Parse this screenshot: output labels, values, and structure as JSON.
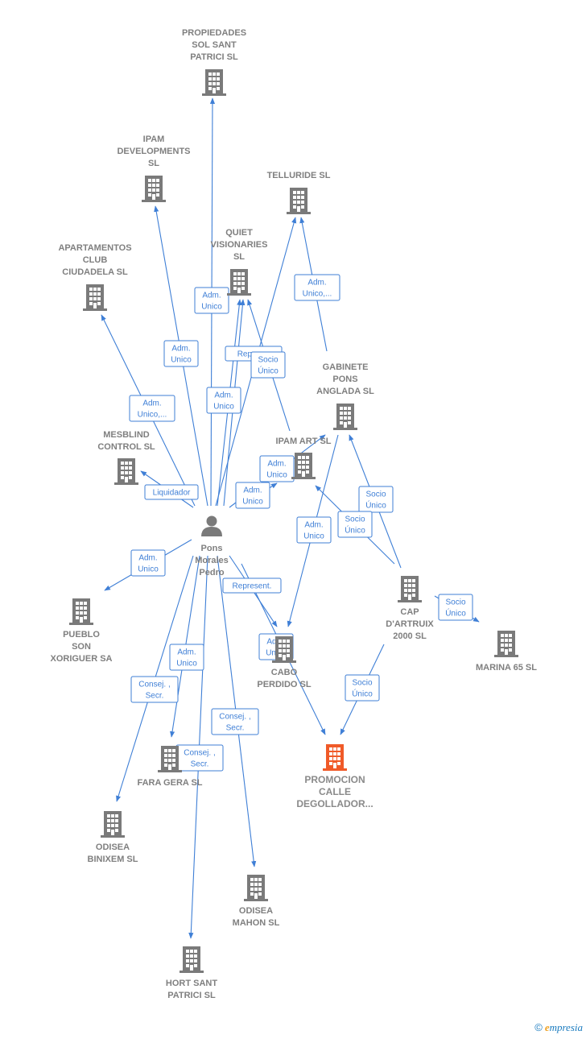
{
  "colors": {
    "edge": "#3f7fd6",
    "company": "#7a7a7a",
    "target": "#f05a28",
    "person": "#7a7a7a",
    "label_text": "#7f7f7f"
  },
  "person": {
    "name_lines": [
      "Pons",
      "Morales",
      "Pedro"
    ],
    "icon": "person-icon"
  },
  "target": {
    "name_lines": [
      "PROMOCION",
      "CALLE",
      "DEGOLLADOR..."
    ],
    "icon": "building-icon"
  },
  "companies": [
    {
      "id": "propiedades",
      "lines": [
        "PROPIEDADES",
        "SOL SANT",
        "PATRICI  SL"
      ],
      "icon": "building-icon"
    },
    {
      "id": "ipam_dev",
      "lines": [
        "IPAM",
        "DEVELOPMENTS",
        "SL"
      ],
      "icon": "building-icon"
    },
    {
      "id": "telluride",
      "lines": [
        "TELLURIDE  SL"
      ],
      "icon": "building-icon"
    },
    {
      "id": "apartamentos",
      "lines": [
        "APARTAMENTOS",
        "CLUB",
        "CIUDADELA  SL"
      ],
      "icon": "building-icon"
    },
    {
      "id": "quiet",
      "lines": [
        "QUIET",
        "VISIONARIES",
        "SL"
      ],
      "icon": "building-icon"
    },
    {
      "id": "gabinete",
      "lines": [
        "GABINETE",
        "PONS",
        "ANGLADA  SL"
      ],
      "icon": "building-icon"
    },
    {
      "id": "mesblind",
      "lines": [
        "MESBLIND",
        "CONTROL SL"
      ],
      "icon": "building-icon"
    },
    {
      "id": "ipam_art",
      "lines": [
        "IPAM ART  SL"
      ],
      "icon": "building-icon"
    },
    {
      "id": "cap",
      "lines": [
        "CAP",
        "D'ARTRUIX",
        "2000 SL"
      ],
      "icon": "building-icon"
    },
    {
      "id": "marina",
      "lines": [
        "MARINA 65  SL"
      ],
      "icon": "building-icon"
    },
    {
      "id": "pueblo",
      "lines": [
        "PUEBLO",
        "SON",
        "XORIGUER SA"
      ],
      "icon": "building-icon"
    },
    {
      "id": "cabo",
      "lines": [
        "CABO",
        "PERDIDO SL"
      ],
      "icon": "building-icon"
    },
    {
      "id": "fara",
      "lines": [
        "FARA GERA SL"
      ],
      "icon": "building-icon"
    },
    {
      "id": "odisea_bin",
      "lines": [
        "ODISEA",
        "BINIXEM  SL"
      ],
      "icon": "building-icon"
    },
    {
      "id": "odisea_mah",
      "lines": [
        "ODISEA",
        "MAHON  SL"
      ],
      "icon": "building-icon"
    },
    {
      "id": "hort",
      "lines": [
        "HORT SANT",
        "PATRICI  SL"
      ],
      "icon": "building-icon"
    }
  ],
  "edge_labels": [
    {
      "id": "adm_propiedades",
      "lines": [
        "Adm.",
        "Unico"
      ]
    },
    {
      "id": "adm_ipam_dev",
      "lines": [
        "Adm.",
        "Unico"
      ]
    },
    {
      "id": "adm_telluride",
      "lines": [
        "Adm.",
        "Unico,..."
      ]
    },
    {
      "id": "adm_apartamentos",
      "lines": [
        "Adm.",
        "Unico,..."
      ]
    },
    {
      "id": "repres_quiet",
      "lines": [
        "Repres..."
      ]
    },
    {
      "id": "socio_quiet",
      "lines": [
        "Socio",
        "Único"
      ]
    },
    {
      "id": "adm_quiet",
      "lines": [
        "Adm.",
        "Unico"
      ]
    },
    {
      "id": "liquidador_mesblind",
      "lines": [
        "Liquidador"
      ]
    },
    {
      "id": "adm_gabinete",
      "lines": [
        "Adm.",
        "Unico"
      ]
    },
    {
      "id": "adm_ipam_art",
      "lines": [
        "Adm.",
        "Unico"
      ]
    },
    {
      "id": "socio_cap_gabinete",
      "lines": [
        "Socio",
        "Único"
      ]
    },
    {
      "id": "socio_cap_ipam_art",
      "lines": [
        "Socio",
        "Único"
      ]
    },
    {
      "id": "adm_gabinete_cabo",
      "lines": [
        "Adm.",
        "Unico"
      ]
    },
    {
      "id": "socio_marina",
      "lines": [
        "Socio",
        "Único"
      ]
    },
    {
      "id": "adm_pueblo",
      "lines": [
        "Adm.",
        "Unico"
      ]
    },
    {
      "id": "represent_cabo",
      "lines": [
        "Represent."
      ]
    },
    {
      "id": "adm_cabo",
      "lines": [
        "Adm.",
        "Unico"
      ]
    },
    {
      "id": "adm_fara",
      "lines": [
        "Adm.",
        "Unico"
      ]
    },
    {
      "id": "consej_odisea_bin",
      "lines": [
        "Consej. ,",
        "Secr."
      ]
    },
    {
      "id": "consej_odisea_mah",
      "lines": [
        "Consej. ,",
        "Secr."
      ]
    },
    {
      "id": "consej_hort",
      "lines": [
        "Consej. ,",
        "Secr."
      ]
    },
    {
      "id": "socio_cap_target",
      "lines": [
        "Socio",
        "Único"
      ]
    }
  ],
  "footer": {
    "copyright_symbol": "©",
    "brand_initial": "e",
    "brand_rest": "mpresia"
  }
}
